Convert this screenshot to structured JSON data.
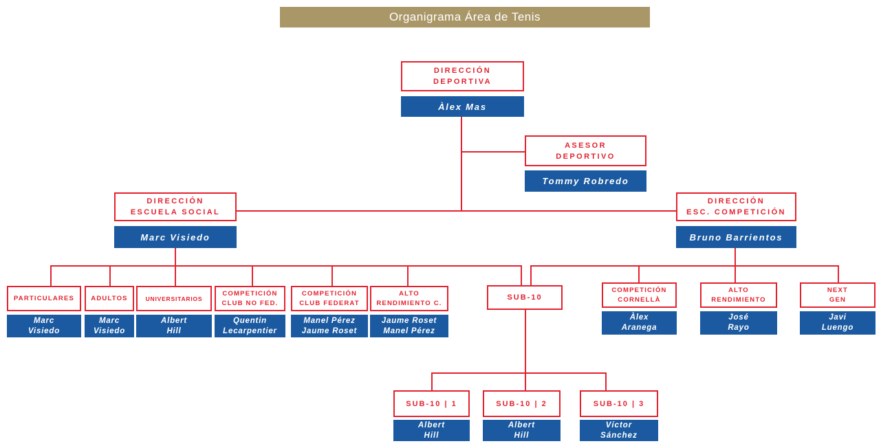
{
  "title": "Organigrama Área de Tenis",
  "colors": {
    "header_bg": "#aa9768",
    "accent_red": "#e4212e",
    "box_blue": "#1b5aa0",
    "text_white": "#ffffff"
  },
  "nodes": {
    "direccion_deportiva": {
      "role": "DIRECCIÓN\nDEPORTIVA",
      "person": "Àlex Mas"
    },
    "asesor_deportivo": {
      "role": "ASESOR\nDEPORTIVO",
      "person": "Tommy Robredo"
    },
    "direccion_escuela_social": {
      "role": "DIRECCIÓN\nESCUELA SOCIAL",
      "person": "Marc Visiedo"
    },
    "direccion_esc_competicion": {
      "role": "DIRECCIÓN\nESC. COMPETICIÓN",
      "person": "Bruno Barrientos"
    },
    "particulares": {
      "role": "PARTICULARES",
      "person": "Marc\nVisiedo"
    },
    "adultos": {
      "role": "ADULTOS",
      "person": "Marc\nVisiedo"
    },
    "universitarios": {
      "role": "UNIVERSITARIOS",
      "person": "Albert\nHill"
    },
    "competicion_club_no_fed": {
      "role": "COMPETICIÓN\nCLUB NO FED.",
      "person": "Quentin\nLecarpentier"
    },
    "competicion_club_federat": {
      "role": "COMPETICIÓN\nCLUB FEDERAT",
      "person": "Manel Pérez\nJaume Roset"
    },
    "alto_rendimiento_c": {
      "role": "ALTO\nRENDIMIENTO C.",
      "person": "Jaume Roset\nManel Pérez"
    },
    "sub_10": {
      "role": "SUB-10"
    },
    "competicion_cornella": {
      "role": "COMPETICIÓN\nCORNELLÀ",
      "person": "Àlex\nAranega"
    },
    "alto_rendimiento": {
      "role": "ALTO\nRENDIMIENTO",
      "person": "José\nRayo"
    },
    "next_gen": {
      "role": "NEXT\nGEN",
      "person": "Javi\nLuengo"
    },
    "sub_10_1": {
      "role": "SUB-10 | 1",
      "person": "Albert\nHill"
    },
    "sub_10_2": {
      "role": "SUB-10 | 2",
      "person": "Albert\nHill"
    },
    "sub_10_3": {
      "role": "SUB-10 | 3",
      "person": "Víctor\nSánchez"
    }
  }
}
